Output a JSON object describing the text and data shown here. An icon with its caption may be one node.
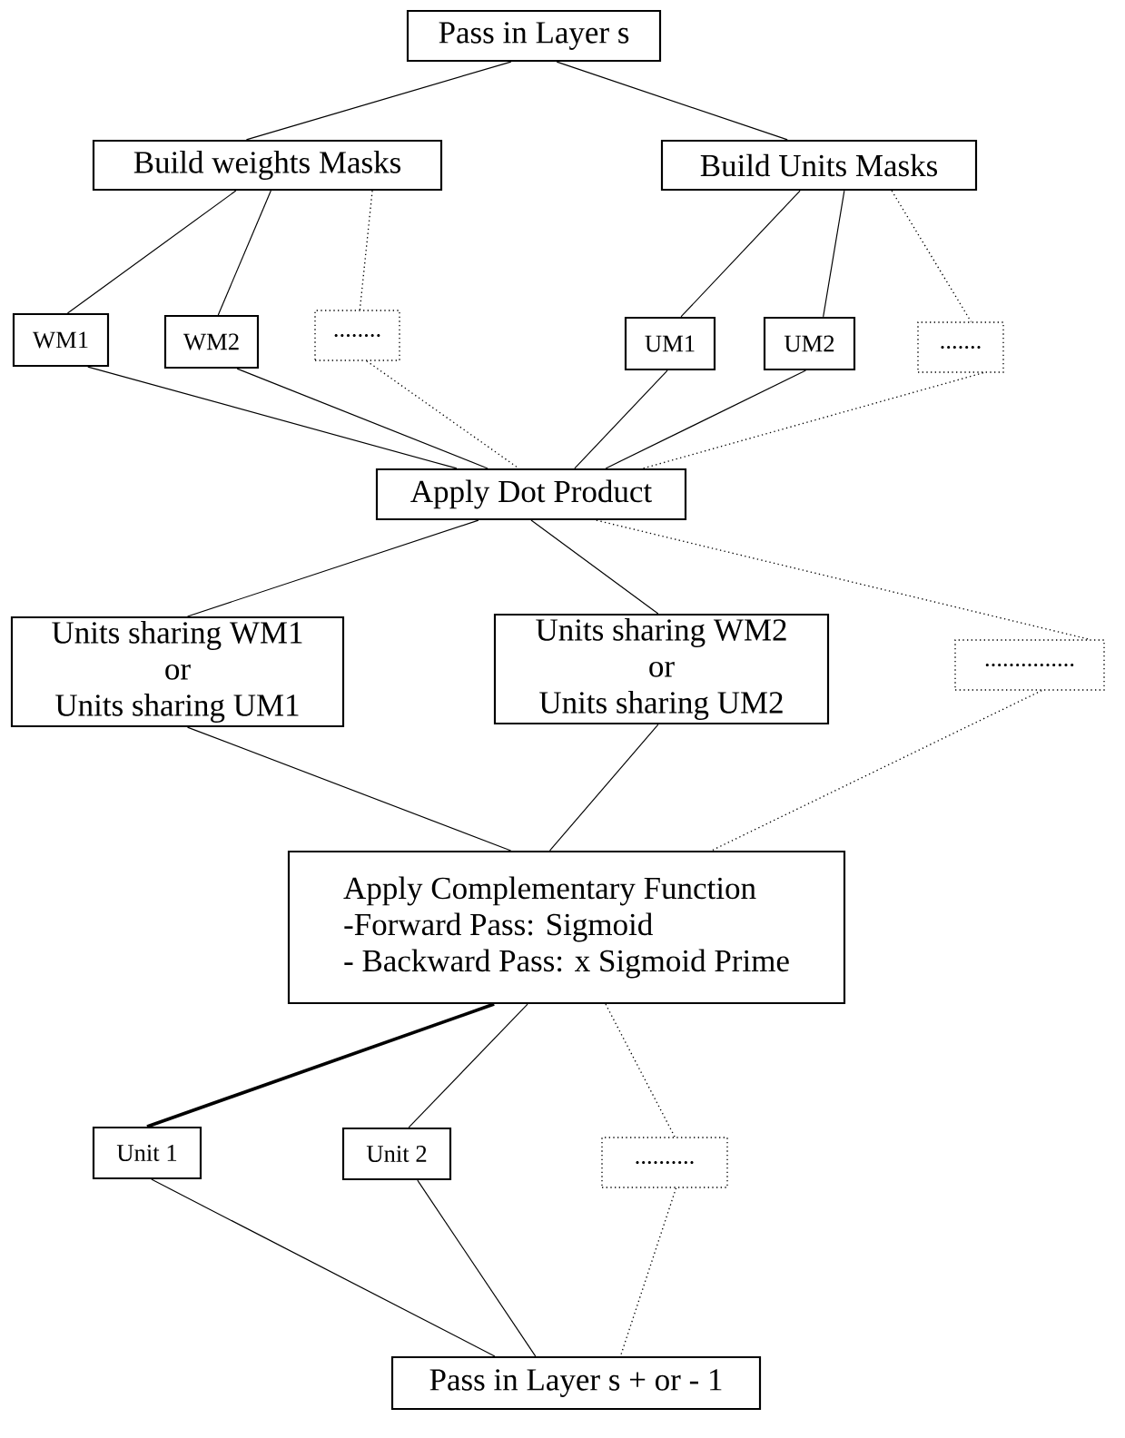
{
  "diagram": {
    "nodes": [
      {
        "text": [
          "Pass in Layer s"
        ]
      },
      {
        "text": [
          "Build weights Masks"
        ]
      },
      {
        "text": [
          "Build Units Masks"
        ]
      },
      {
        "text": [
          "WM1"
        ]
      },
      {
        "text": [
          "WM2"
        ]
      },
      {
        "text": [
          "........"
        ]
      },
      {
        "text": [
          "UM1"
        ]
      },
      {
        "text": [
          "UM2"
        ]
      },
      {
        "text": [
          "......."
        ]
      },
      {
        "text": [
          "Apply Dot Product"
        ]
      },
      {
        "text": [
          "Units sharing WM1",
          "or",
          "Units sharing UM1"
        ]
      },
      {
        "text": [
          "Units sharing WM2",
          "or",
          "Units sharing UM2"
        ]
      },
      {
        "text": [
          "..............."
        ]
      },
      {
        "text": [
          "Apply Complementary Function",
          "-Forward Pass: Sigmoid",
          "- Backward Pass: x Sigmoid Prime"
        ]
      },
      {
        "text": [
          "Unit 1"
        ]
      },
      {
        "text": [
          "Unit 2"
        ]
      },
      {
        "text": [
          ".........."
        ]
      },
      {
        "text": [
          "Pass in Layer s + or - 1"
        ]
      }
    ],
    "edges": [
      {
        "from": 0,
        "to": 1,
        "arrow": "none"
      },
      {
        "from": 0,
        "to": 2,
        "arrow": "none"
      },
      {
        "from": 1,
        "to": 3,
        "arrow": "none"
      },
      {
        "from": 1,
        "to": 4,
        "arrow": "none"
      },
      {
        "from": 1,
        "to": 5,
        "arrow": "none",
        "style": "dashed"
      },
      {
        "from": 2,
        "to": 6,
        "arrow": "none"
      },
      {
        "from": 2,
        "to": 7,
        "arrow": "none"
      },
      {
        "from": 2,
        "to": 8,
        "arrow": "none",
        "style": "dashed"
      },
      {
        "from": 3,
        "to": 9,
        "arrow": "none"
      },
      {
        "from": 4,
        "to": 9,
        "arrow": "none"
      },
      {
        "from": 5,
        "to": 9,
        "arrow": "none",
        "style": "dashed"
      },
      {
        "from": 6,
        "to": 9,
        "arrow": "none"
      },
      {
        "from": 7,
        "to": 9,
        "arrow": "none"
      },
      {
        "from": 8,
        "to": 9,
        "arrow": "none",
        "style": "dashed"
      },
      {
        "from": 9,
        "to": 10,
        "arrow": "none"
      },
      {
        "from": 9,
        "to": 11,
        "arrow": "none"
      },
      {
        "from": 9,
        "to": 12,
        "arrow": "none",
        "style": "dashed"
      },
      {
        "from": 10,
        "to": 13,
        "arrow": "none"
      },
      {
        "from": 11,
        "to": 13,
        "arrow": "none"
      },
      {
        "from": 12,
        "to": 13,
        "arrow": "none",
        "style": "dashed"
      },
      {
        "from": 13,
        "to": 14,
        "arrow": "none",
        "style": "thick"
      },
      {
        "from": 13,
        "to": 15,
        "arrow": "none"
      },
      {
        "from": 13,
        "to": 16,
        "arrow": "none",
        "style": "dashed"
      },
      {
        "from": 14,
        "to": 17,
        "arrow": "none"
      },
      {
        "from": 15,
        "to": 17,
        "arrow": "none"
      },
      {
        "from": 16,
        "to": 17,
        "arrow": "none",
        "style": "dashed"
      }
    ]
  }
}
